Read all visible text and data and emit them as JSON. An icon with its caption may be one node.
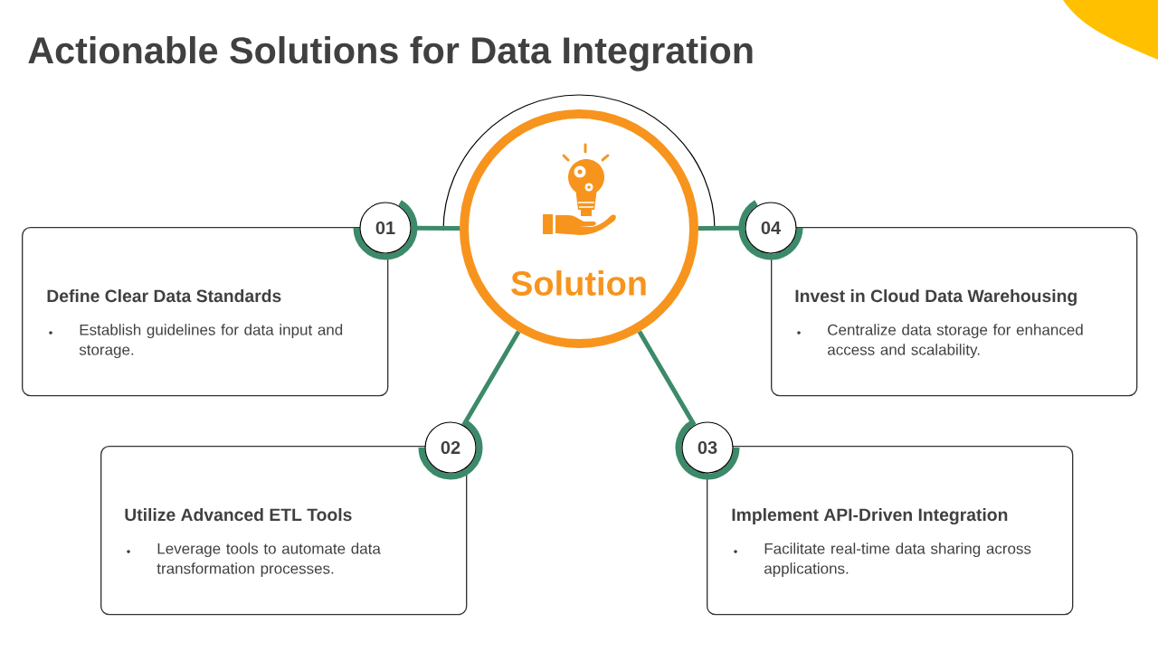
{
  "diagram": {
    "title": "Actionable Solutions for Data Integration",
    "nodes": [
      {
        "text": [
          "Solution"
        ]
      },
      {
        "text": [
          "01"
        ]
      },
      {
        "text": [
          "Define Clear Data Standards",
          "Establish guidelines for data input and storage."
        ]
      },
      {
        "text": [
          "02"
        ]
      },
      {
        "text": [
          "Utilize Advanced ETL Tools",
          "Leverage tools to automate data transformation processes."
        ]
      },
      {
        "text": [
          "03"
        ]
      },
      {
        "text": [
          "Implement API-Driven Integration",
          "Facilitate real-time data sharing across applications."
        ]
      },
      {
        "text": [
          "04"
        ]
      },
      {
        "text": [
          "Invest in Cloud Data Warehousing",
          "Centralize data storage for enhanced access and scalability."
        ]
      }
    ],
    "edges": [
      {
        "from": 0,
        "to": 1,
        "arrow": "none"
      },
      {
        "from": 0,
        "to": 3,
        "arrow": "none"
      },
      {
        "from": 0,
        "to": 5,
        "arrow": "none"
      },
      {
        "from": 0,
        "to": 7,
        "arrow": "none"
      }
    ]
  }
}
